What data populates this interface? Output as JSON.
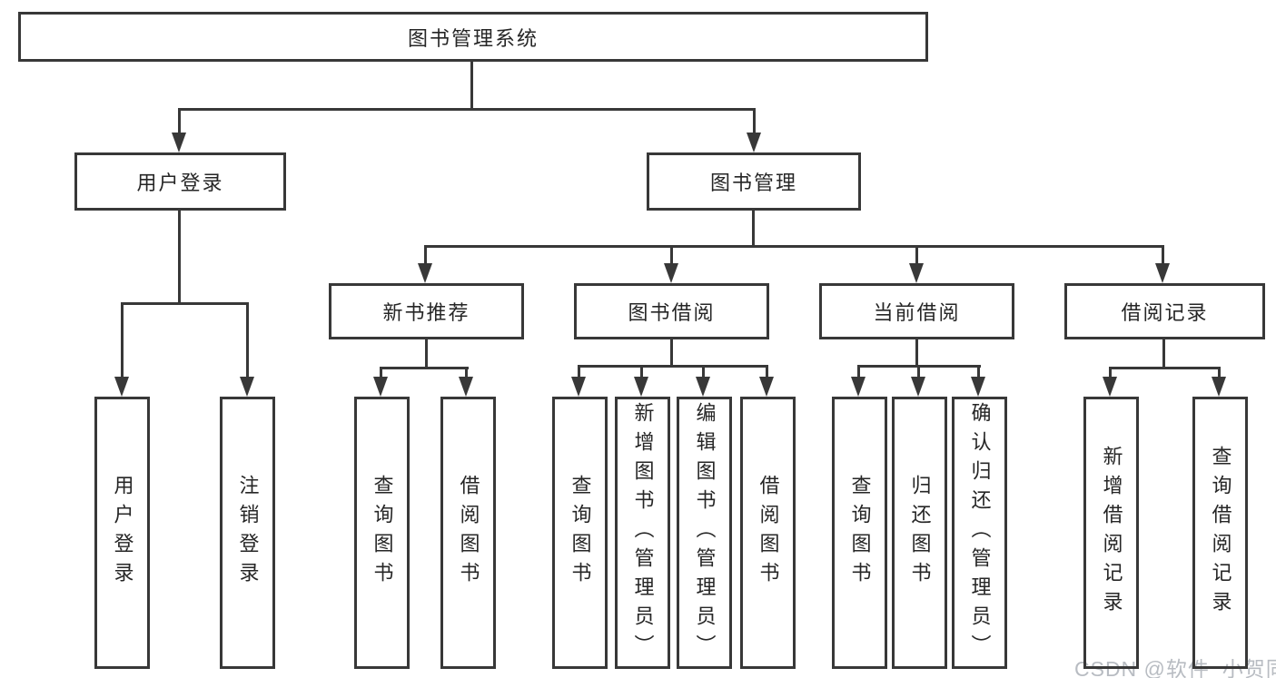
{
  "diagram": {
    "root": {
      "label": "图书管理系统"
    },
    "level2": [
      {
        "label": "用户登录"
      },
      {
        "label": "图书管理"
      }
    ],
    "level3": [
      {
        "label": "新书推荐"
      },
      {
        "label": "图书借阅"
      },
      {
        "label": "当前借阅"
      },
      {
        "label": "借阅记录"
      }
    ],
    "leaves": [
      "用户登录",
      "注销登录",
      "查询图书",
      "借阅图书",
      "查询图书",
      "新增图书（管理员）",
      "编辑图书（管理员）",
      "借阅图书",
      "查询图书",
      "归还图书",
      "确认归还（管理员）",
      "新增借阅记录",
      "查询借阅记录"
    ]
  },
  "watermark": {
    "text": "CSDN @软件_小贺同学"
  },
  "colors": {
    "line": "#383838",
    "text": "#262626",
    "watermark": "#b8bcc2",
    "background": "#ffffff"
  }
}
